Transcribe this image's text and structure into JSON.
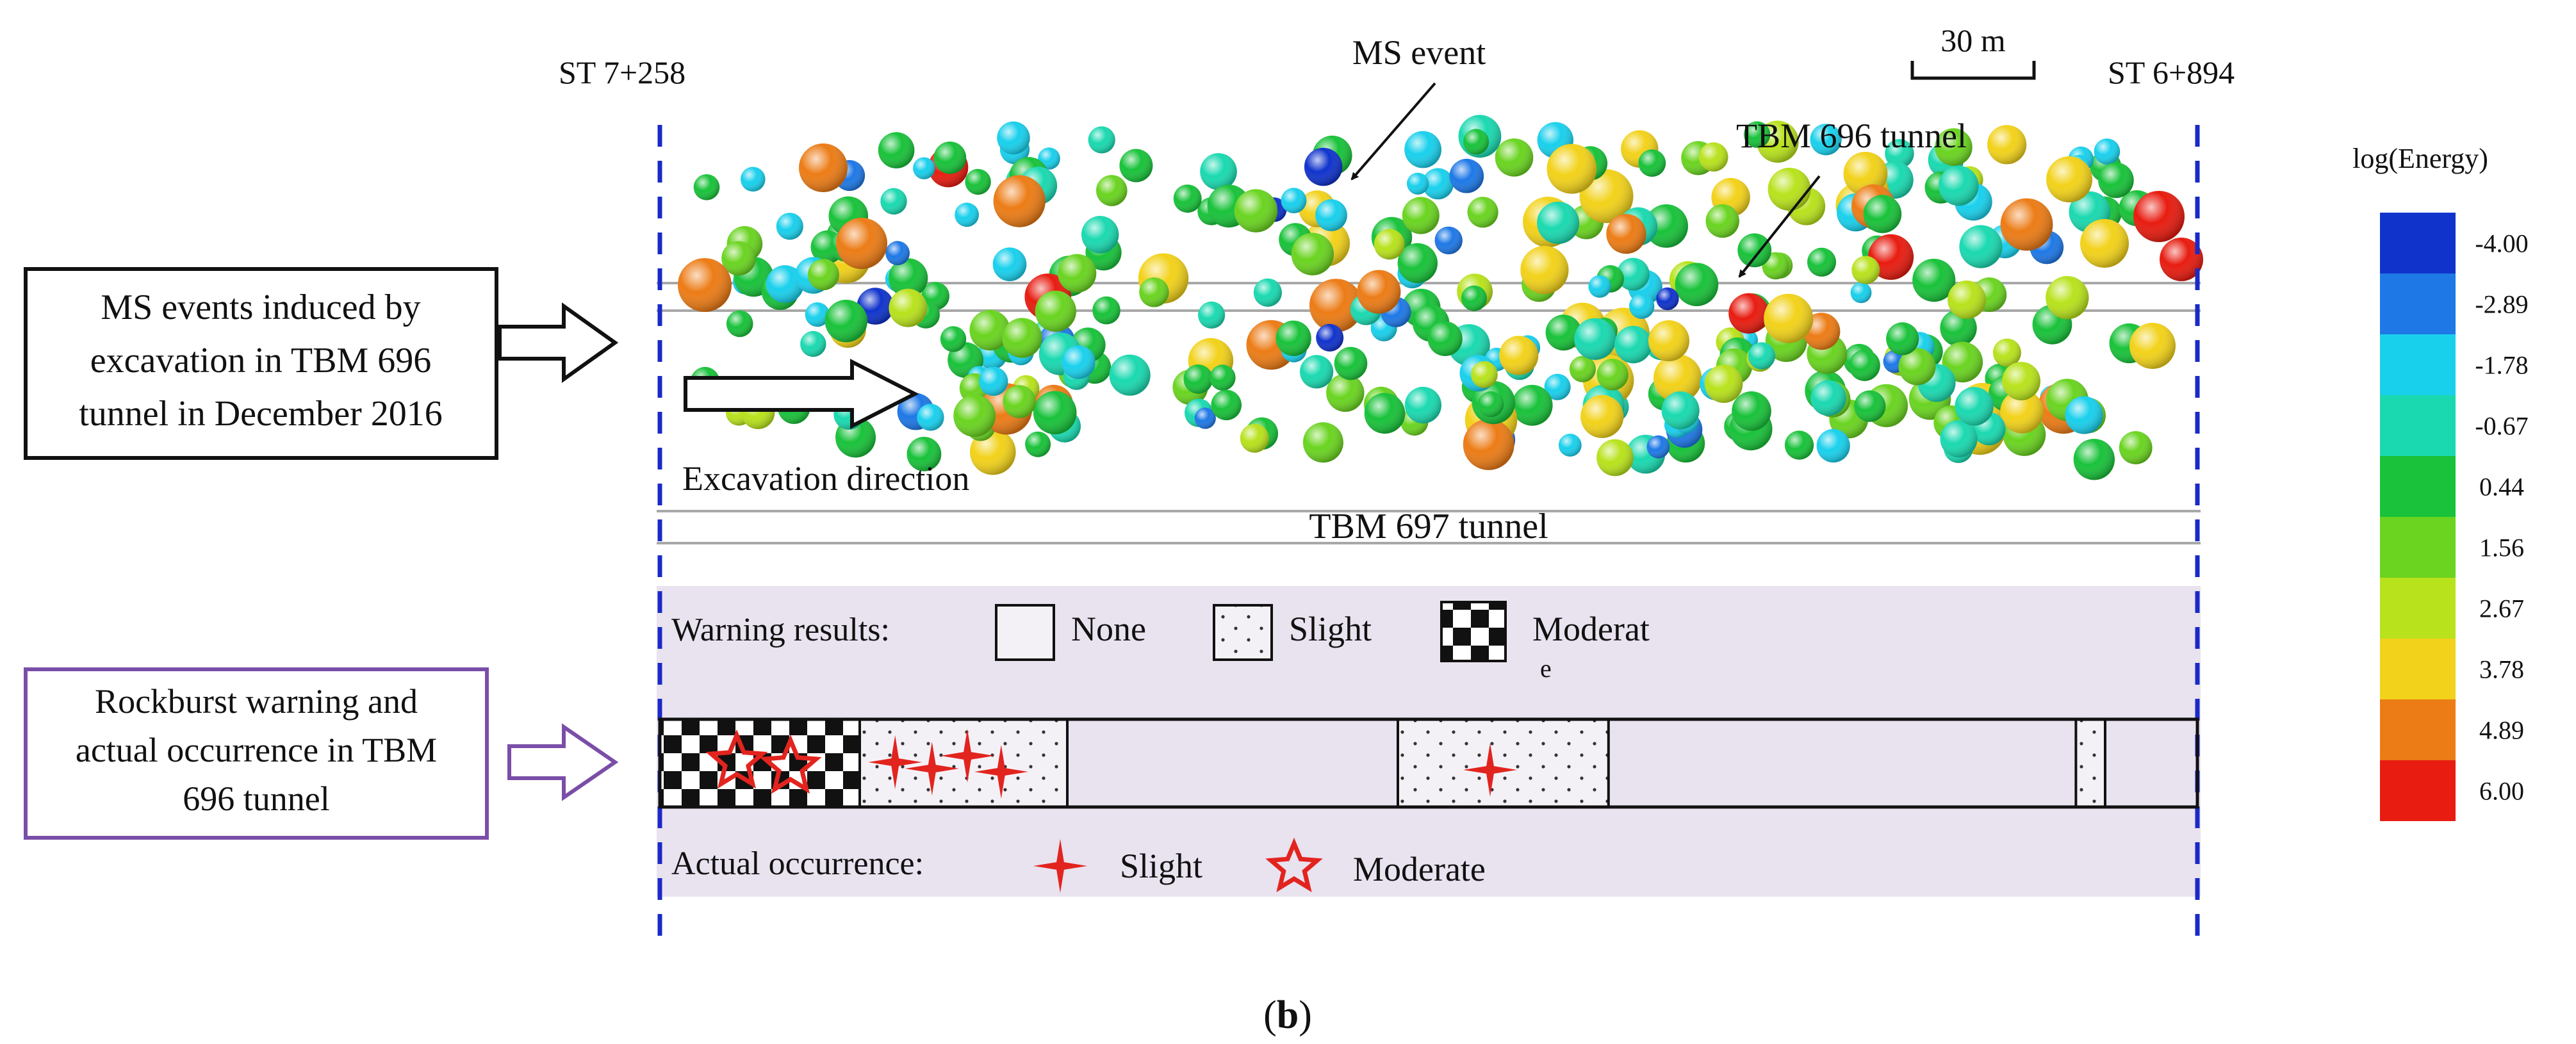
{
  "stations": {
    "left": "ST 7+258",
    "right": "ST 6+894"
  },
  "scale_bar": {
    "label": "30 m"
  },
  "annotations": {
    "ms_event": "MS event",
    "tbm696": "TBM 696 tunnel",
    "tbm697": "TBM 697 tunnel",
    "excavation_direction": "Excavation direction"
  },
  "left_boxes": {
    "ms_events_box": {
      "lines": [
        "MS events induced by",
        "excavation in TBM 696",
        "tunnel in December 2016"
      ],
      "border_color": "#111111"
    },
    "rockburst_box": {
      "lines": [
        "Rockburst warning and",
        "actual occurrence in TBM",
        "696 tunnel"
      ],
      "border_color": "#7a4ea8"
    }
  },
  "warning_legend": {
    "title": "Warning results:",
    "items": [
      {
        "label": "None",
        "pattern": "none"
      },
      {
        "label": "Slight",
        "pattern": "dots"
      },
      {
        "label": "Moderat",
        "pattern": "checker",
        "overflow": "e"
      }
    ]
  },
  "occurrence_legend": {
    "title": "Actual occurrence:",
    "items": [
      {
        "label": "Slight",
        "symbol": "four-point-star"
      },
      {
        "label": "Moderate",
        "symbol": "five-point-star"
      }
    ]
  },
  "warning_strip": {
    "segments": [
      {
        "level": "Moderate",
        "from": 0.0,
        "to": 0.13
      },
      {
        "level": "Slight",
        "from": 0.13,
        "to": 0.265
      },
      {
        "level": "Slight",
        "from": 0.48,
        "to": 0.617
      },
      {
        "level": "Slight",
        "from": 0.921,
        "to": 0.94
      }
    ],
    "occurrences": [
      {
        "type": "Moderate",
        "pos": 0.05
      },
      {
        "type": "Moderate",
        "pos": 0.085
      },
      {
        "type": "Slight",
        "pos": 0.153
      },
      {
        "type": "Slight",
        "pos": 0.177
      },
      {
        "type": "Slight",
        "pos": 0.2
      },
      {
        "type": "Slight",
        "pos": 0.222
      },
      {
        "type": "Slight",
        "pos": 0.54
      }
    ]
  },
  "colorbar": {
    "title": "log(Energy)",
    "ticks": [
      "-4.00",
      "-2.89",
      "-1.78",
      "-0.67",
      "0.44",
      "1.56",
      "2.67",
      "3.78",
      "4.89",
      "6.00"
    ],
    "colors": [
      "#1033cc",
      "#1e78e6",
      "#19d0ec",
      "#1ad9b0",
      "#19c23a",
      "#6ad420",
      "#b8e21c",
      "#f2d21a",
      "#ec7c16",
      "#e81c10"
    ]
  },
  "caption": {
    "open": "(",
    "letter": "b",
    "close": ")"
  },
  "colors": {
    "boundary_line": "#1a2ac8",
    "star": "#e2241f",
    "band": "#e9e2ef",
    "tunnel_line": "#a8a8a8"
  }
}
